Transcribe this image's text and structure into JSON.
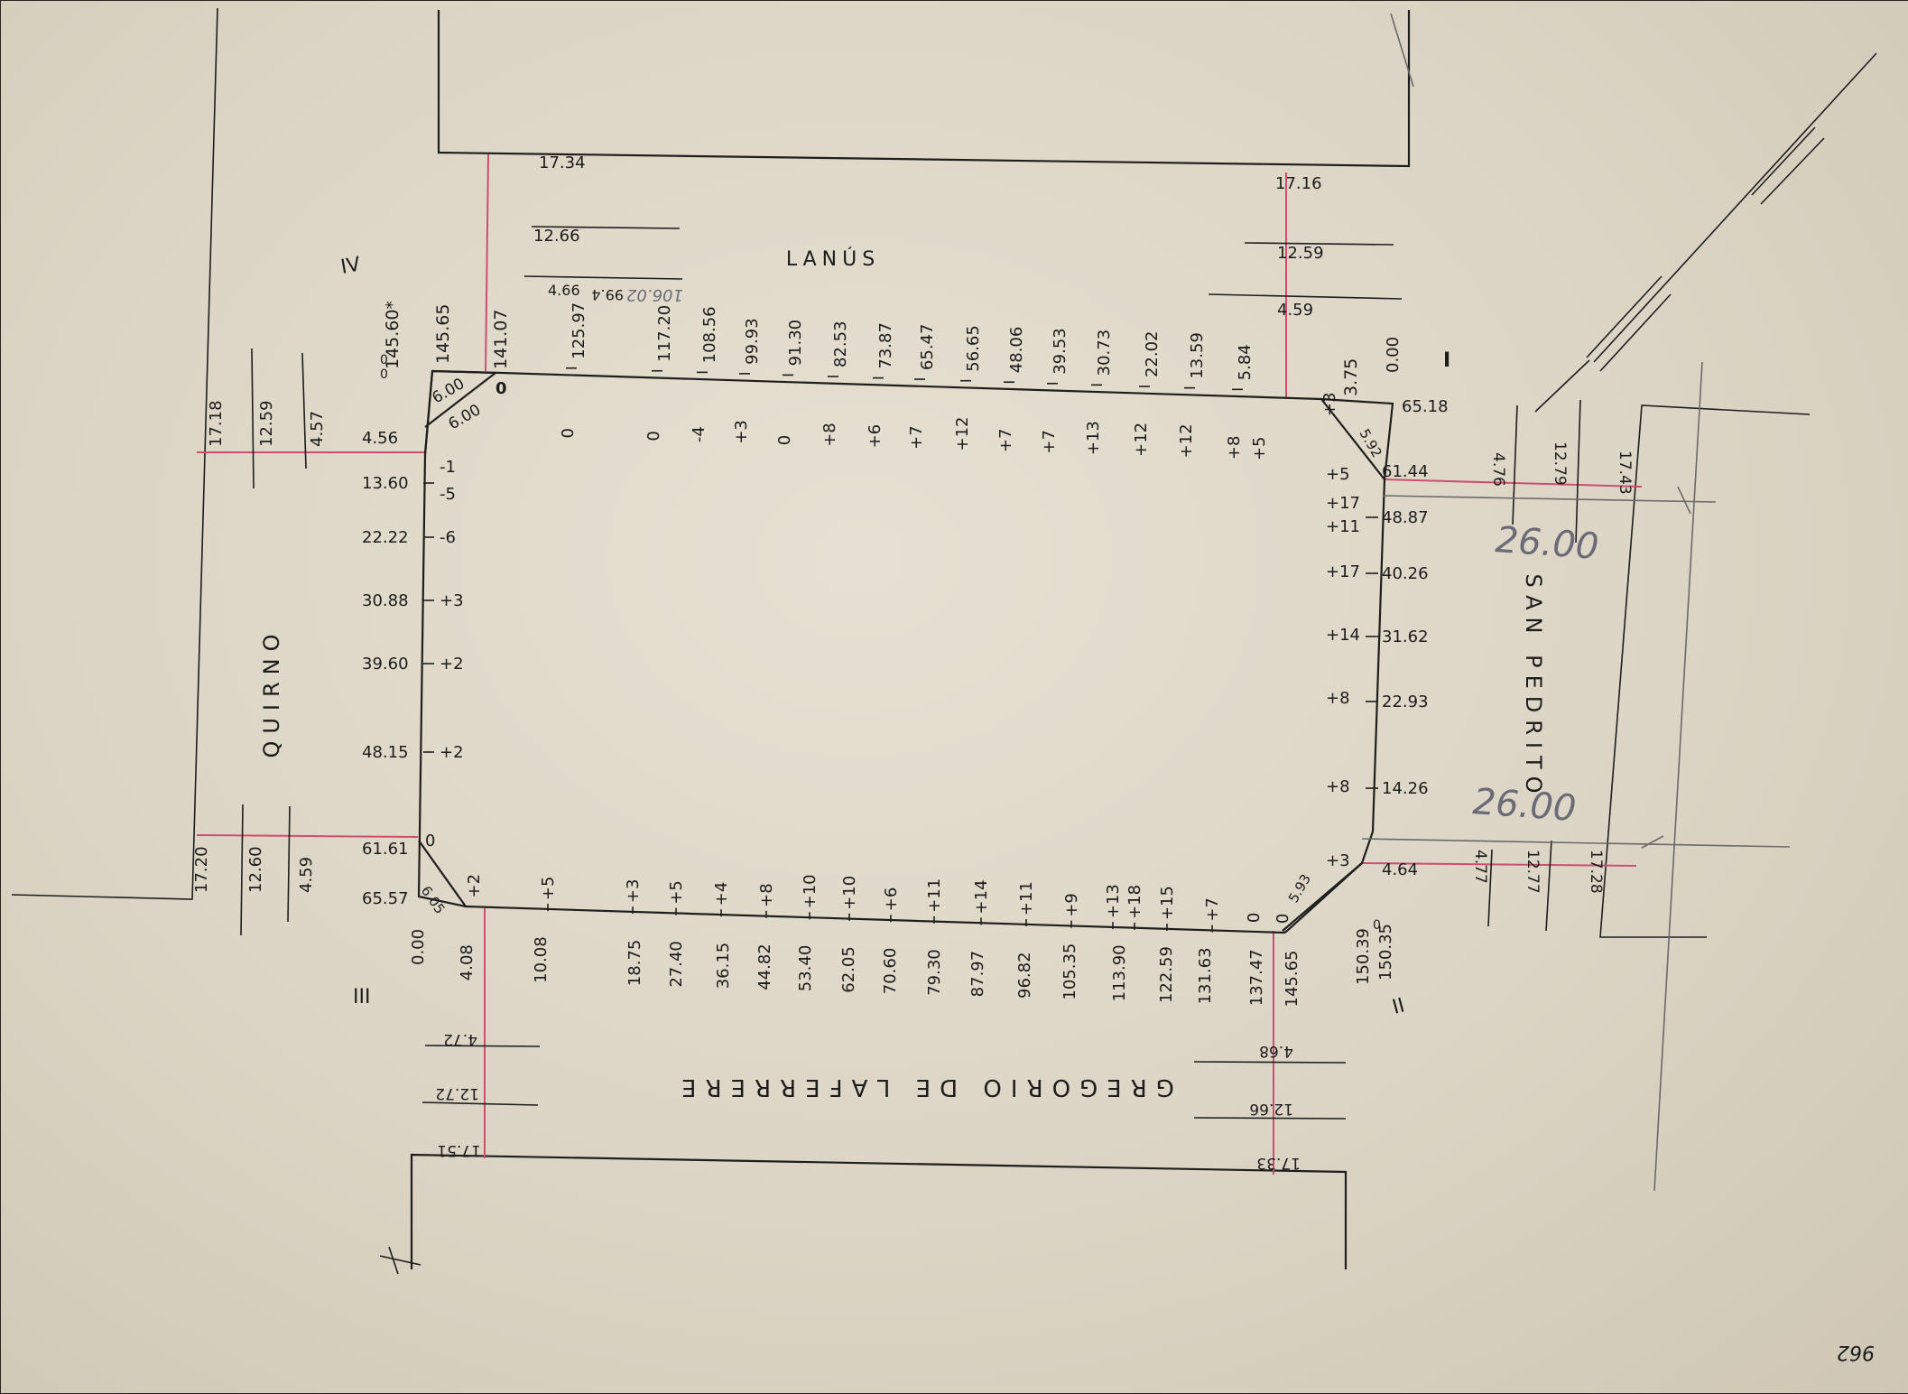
{
  "streets": {
    "north": "LANÚS",
    "west": "QUIRNO",
    "east": "SAN PEDRITO",
    "south": "GREGORIO DE LAFERRERE"
  },
  "corners": {
    "c1": "I",
    "c2": "II",
    "c3": "III",
    "c4": "IV"
  },
  "north_side": {
    "stations": [
      "125.97",
      "117.20",
      "108.56",
      "99.93",
      "91.30",
      "82.53",
      "73.87",
      "65.47",
      "56.65",
      "48.06",
      "39.53",
      "30.73",
      "22.02",
      "13.59",
      "5.84"
    ],
    "levels": [
      "0",
      "0",
      "-4",
      "+3",
      "0",
      "+8",
      "+6",
      "+7",
      "+12",
      "+7",
      "+7",
      "+13",
      "+12",
      "+12",
      "+8",
      "+5"
    ],
    "corner_nw": "141.07",
    "corner_ne": "3.75",
    "level_ne": "+3",
    "chamfer_ne": "5.92"
  },
  "south_side": {
    "stations": [
      "4.08",
      "10.08",
      "18.75",
      "27.40",
      "36.15",
      "44.82",
      "53.40",
      "62.05",
      "70.60",
      "79.30",
      "87.97",
      "96.82",
      "105.35",
      "113.90",
      "122.59",
      "131.63",
      "137.47",
      "145.65"
    ],
    "levels": [
      "+2",
      "+5",
      "+3",
      "+5",
      "+4",
      "+8",
      "+10",
      "+10",
      "+6",
      "+11",
      "+14",
      "+11",
      "+9",
      "+13",
      "+18",
      "+15",
      "+7",
      "0",
      "0"
    ],
    "corner_sw": "0.00",
    "corner_se_a": "150.39",
    "corner_se_b": "150.35",
    "corner_se_c": "0",
    "chamfer_sw": "6.05",
    "chamfer_se": "5.93"
  },
  "west_side": {
    "stations": [
      "4.56",
      "13.60",
      "22.22",
      "30.88",
      "39.60",
      "48.15",
      "61.61",
      "65.57"
    ],
    "levels": [
      "-1",
      "-5",
      "-6",
      "+3",
      "+2",
      "+2",
      "0"
    ],
    "corner_nw_a": "145.60*",
    "corner_nw_b": "145.65",
    "corner_nw_zero": "0",
    "corner_nw_zero2": "0",
    "chamfer_nw_a": "6.00",
    "chamfer_nw_b": "6.00",
    "corner_nw_o": "0"
  },
  "east_side": {
    "stations": [
      "65.18",
      "61.44",
      "48.87",
      "40.26",
      "31.62",
      "22.93",
      "14.26",
      "4.64"
    ],
    "levels": [
      "+5",
      "+17",
      "+11",
      "+17",
      "+14",
      "+8",
      "+8",
      "+3"
    ],
    "corner_ne_zero": "0.00"
  },
  "offsets": {
    "north_left": [
      "17.34",
      "12.66",
      "4.66",
      "99.4"
    ],
    "north_left_pencil": "106.02",
    "north_right": [
      "17.16",
      "12.59",
      "4.59"
    ],
    "west_top": [
      "17.18",
      "12.59",
      "4.57"
    ],
    "west_bottom": [
      "17.20",
      "12.60",
      "4.59"
    ],
    "east_top": [
      "4.76",
      "12.79",
      "17.43"
    ],
    "east_bottom": [
      "4.77",
      "12.77",
      "17.28"
    ],
    "south_left": [
      "4.72",
      "12.72",
      "17.51"
    ],
    "south_right": [
      "4.68",
      "12.66",
      "17.33"
    ]
  },
  "pencil_notes": {
    "east_top": "26.00",
    "east_bottom": "26.00"
  },
  "sheet_number": "962"
}
